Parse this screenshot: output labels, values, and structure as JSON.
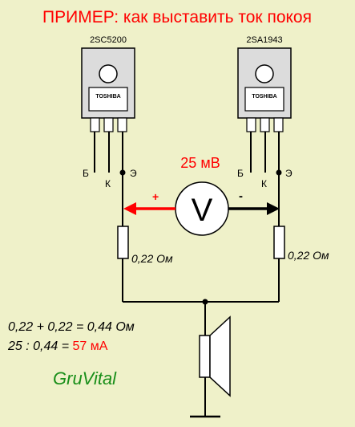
{
  "title": "ПРИМЕР: как выставить ток покоя",
  "transistors": {
    "left": {
      "model": "2SC5200",
      "brand": "TOSHIBA",
      "pin_b": "Б",
      "pin_k": "К",
      "pin_e": "Э"
    },
    "right": {
      "model": "2SA1943",
      "brand": "TOSHIBA",
      "pin_b": "Б",
      "pin_k": "К",
      "pin_e": "Э"
    }
  },
  "voltmeter": {
    "reading": "25 мВ",
    "symbol": "V",
    "plus": "+",
    "minus": "-"
  },
  "resistors": {
    "left_value": "0,22 Ом",
    "right_value": "0,22 Ом"
  },
  "calculation": {
    "line1": "0,22 + 0,22 = 0,44 Ом",
    "line2_prefix": "25 : 0,44 = ",
    "line2_result": "57 мА"
  },
  "signature": "GruVital",
  "colors": {
    "background": "#eff1c9",
    "title": "#ff0000",
    "reading": "#ff0000",
    "result": "#ff0000",
    "plus_arrow": "#ff0000",
    "minus_arrow": "#000000",
    "signature": "#1a8f1a"
  }
}
